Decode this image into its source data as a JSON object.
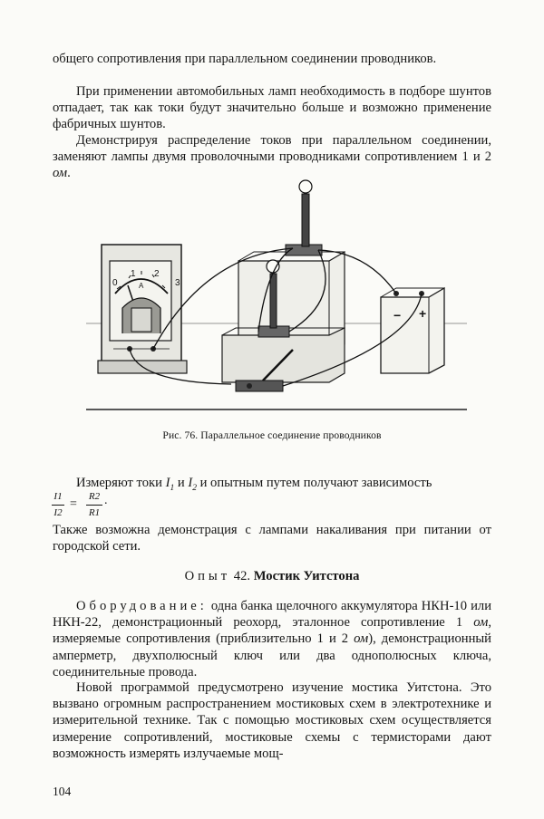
{
  "paragraphs": {
    "p1": "общего сопротивления при параллельном соединении проводников.",
    "p2": "При применении автомобильных ламп необходимость в подборе шунтов отпадает, так как токи будут значительно больше и возможно применение фабричных шунтов.",
    "p3_a": "Демонстрируя распределение токов при параллельном соединении, заменяют лампы двумя проволочными проводниками сопротивлением 1 и 2 ",
    "p3_unit": "ом",
    "p3_end": "."
  },
  "figure": {
    "ammeter_scale": [
      "0",
      "1",
      "2",
      "3"
    ],
    "ammeter_letter": "A",
    "battery_minus": "−",
    "battery_plus": "+"
  },
  "caption": "Рис. 76. Параллельное соединение проводников",
  "measure": {
    "text_a": "Измеряют токи ",
    "i1": "I",
    "i1_sub": "1",
    "and": " и ",
    "i2": "I",
    "i2_sub": "2",
    "text_b": " и опытным путем получают зависимость",
    "formula": {
      "lhs_num": "I1",
      "lhs_den": "I2",
      "eq": "=",
      "rhs_num": "R2",
      "rhs_den": "R1",
      "end": "."
    },
    "also": "Также возможна демонстрация с лампами накаливания при питании от городской сети."
  },
  "heading": {
    "label": "Опыт",
    "number": "42.",
    "title": "Мостик Уитстона"
  },
  "equipment": {
    "label": "Оборудование:",
    "text_a": " одна банка щелочного аккумулятора НКН-10 или НКН-22, демонстрационный реохорд, эталонное сопротивление 1 ",
    "unit1": "ом",
    "text_b": ", измеряемые сопротивления (приблизительно 1 и 2 ",
    "unit2": "ом",
    "text_c": "), демонстрационный амперметр, двухполюсный ключ или два однополюсных ключа, соединительные провода."
  },
  "program": "Новой программой предусмотрено изучение мостика Уитстона. Это вызвано огромным распространением мостиковых схем в электротехнике и измерительной технике. Так с помощью мостиковых схем осуществляется измерение сопротивлений, мостиковые схемы с термисторами дают возможность измерять излучаемые мощ-",
  "page_number": "104"
}
